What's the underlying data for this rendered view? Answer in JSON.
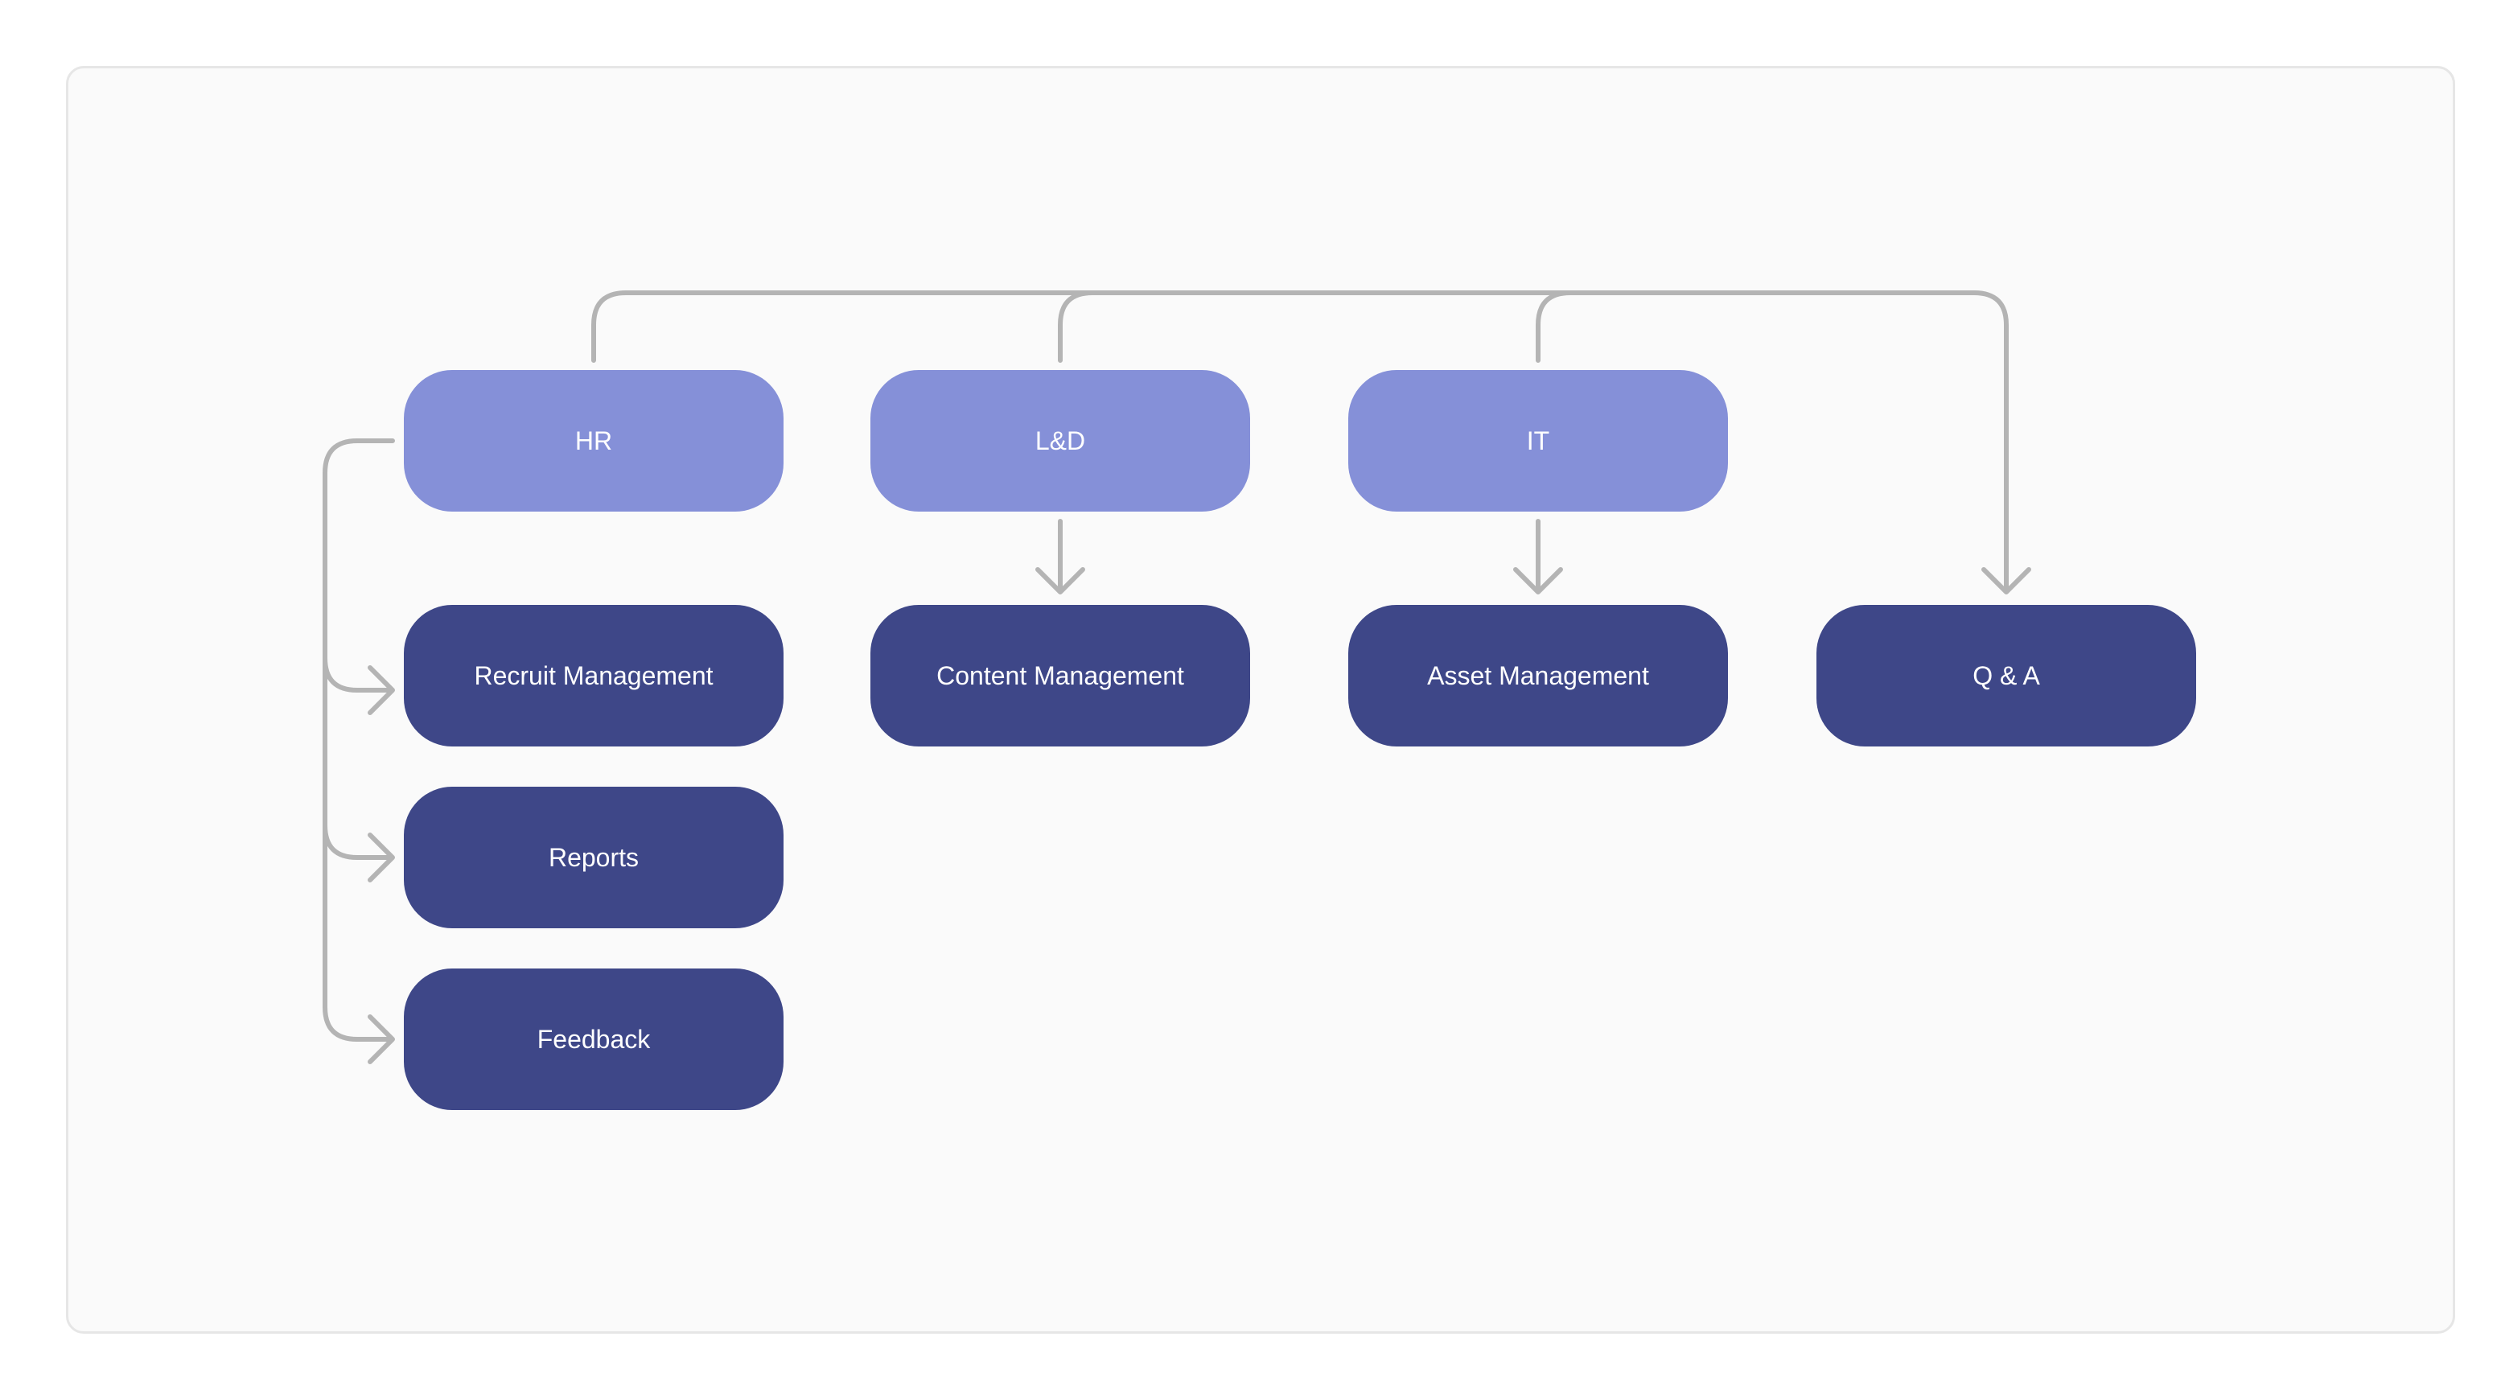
{
  "diagram": {
    "departments": [
      {
        "id": "hr",
        "label": "HR"
      },
      {
        "id": "ld",
        "label": "L&D"
      },
      {
        "id": "it",
        "label": "IT"
      }
    ],
    "modules": [
      {
        "id": "recruit",
        "label": "Recruit Management"
      },
      {
        "id": "reports",
        "label": "Reports"
      },
      {
        "id": "feedback",
        "label": "Feedback"
      },
      {
        "id": "content",
        "label": "Content Management"
      },
      {
        "id": "asset",
        "label": "Asset Management"
      },
      {
        "id": "qa",
        "label": "Q & A"
      }
    ],
    "edges": [
      [
        "hr",
        "recruit"
      ],
      [
        "hr",
        "reports"
      ],
      [
        "hr",
        "feedback"
      ],
      [
        "ld",
        "content"
      ],
      [
        "it",
        "asset"
      ],
      [
        "hr",
        "qa"
      ],
      [
        "ld",
        "qa"
      ],
      [
        "it",
        "qa"
      ]
    ],
    "colors": {
      "department": "#8590d8",
      "module": "#3e4788",
      "connector": "#b4b4b4",
      "background": "#fafafa"
    }
  }
}
